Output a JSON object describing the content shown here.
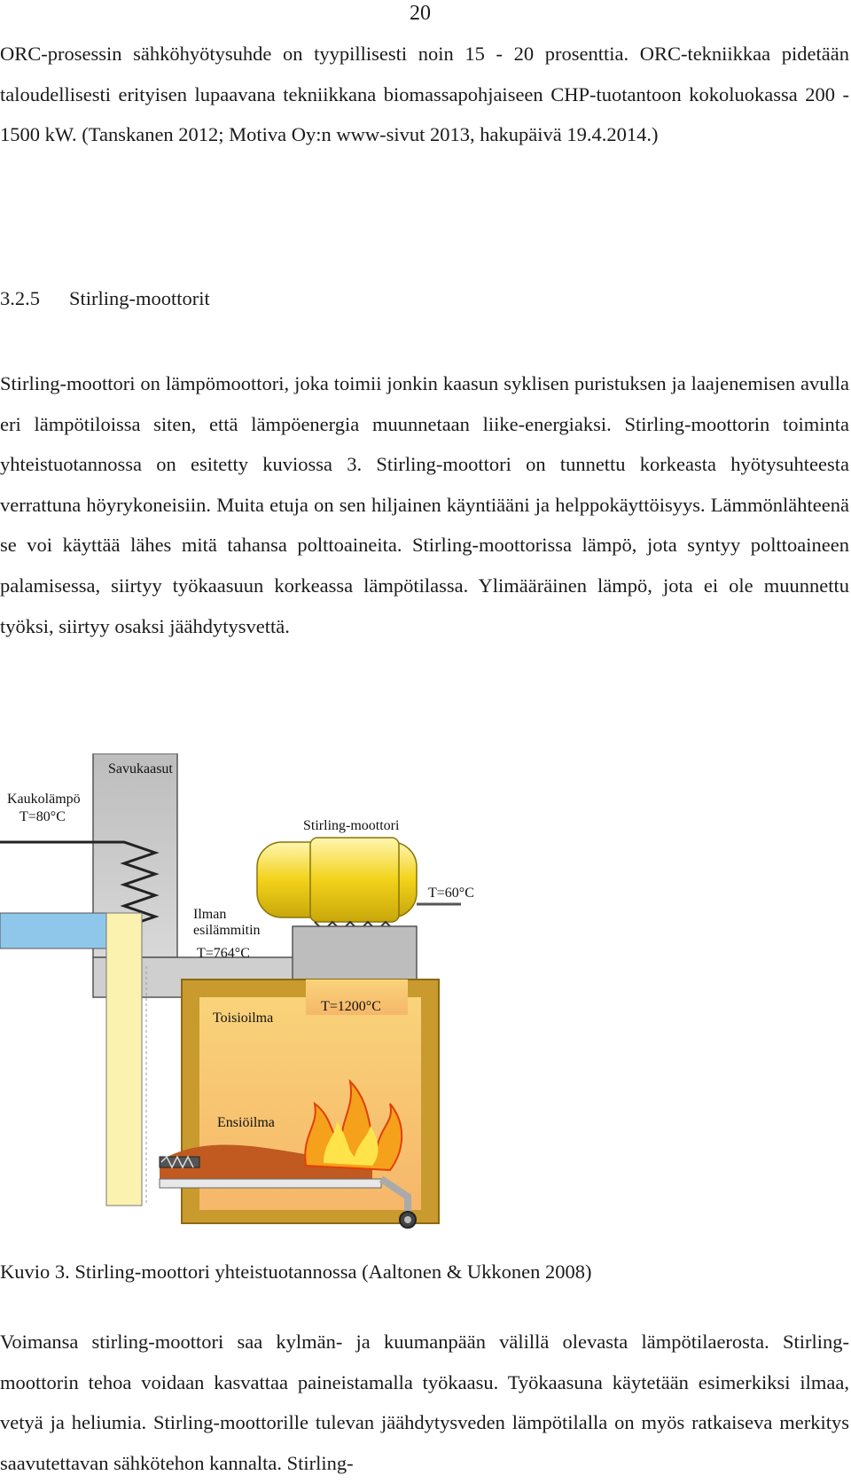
{
  "page": {
    "number": "20"
  },
  "paragraph1": "ORC-prosessin sähköhyötysuhde on tyypillisesti noin 15 - 20 prosenttia. ORC-tekniikkaa pidetään taloudellisesti erityisen lupaavana tekniikkana biomassapohjaiseen CHP-tuotantoon kokoluokassa 200 - 1500 kW. (Tanskanen 2012; Motiva Oy:n www-sivut 2013, hakupäivä 19.4.2014.)",
  "heading": {
    "number": "3.2.5",
    "title": "Stirling-moottorit"
  },
  "paragraph2": "Stirling-moottori on lämpömoottori, joka toimii jonkin kaasun syklisen puristuksen ja laajenemisen avulla eri lämpötiloissa siten, että lämpöenergia muunnetaan liike-energiaksi. Stirling-moottorin toiminta yhteistuotannossa on esitetty kuviossa 3. Stirling-moottori on tunnettu korkeasta hyötysuhteesta verrattuna höyrykoneisiin. Muita etuja on sen hiljainen käyntiääni ja helppokäyttöisyys. Lämmönlähteenä se voi käyttää lähes mitä tahansa polttoaineita. Stirling-moottorissa lämpö, jota syntyy polttoaineen palamisessa, siirtyy työkaasuun korkeassa lämpötilassa. Ylimääräinen lämpö, jota ei ole muunnettu työksi, siirtyy osaksi jäähdytysvettä.",
  "figure": {
    "labels": {
      "savukaasut": "Savukaasut",
      "kaukolampo": "Kaukolämpö",
      "kaukolampo_temp": "T=80°C",
      "stirling": "Stirling-moottori",
      "stirling_temp": "T=60°C",
      "ilman": "Ilman",
      "esilammitin": "esilämmitin",
      "esilammitin_temp": "T=764°C",
      "toisioilma": "Toisioilma",
      "combustion_temp": "T=1200°C",
      "ensioilma": "Ensiöilma"
    },
    "colors": {
      "chimney": "#cfcfcf",
      "engine": "#f2d21a",
      "furnace_inner": "#f7c27a",
      "furnace_wall": "#c99a2e",
      "air_blue": "#8fc7ea",
      "air_yellow": "#fbf2b0",
      "flame": "#f5a11b"
    }
  },
  "caption": "Kuvio 3. Stirling-moottori yhteistuotannossa (Aaltonen & Ukkonen 2008)",
  "paragraph3": "Voimansa stirling-moottori saa kylmän- ja kuumanpään välillä olevasta lämpötilaerosta. Stirling-moottorin tehoa voidaan kasvattaa paineistamalla työkaasu. Työkaasuna käytetään esimerkiksi ilmaa, vetyä ja heliumia. Stirling-moottorille tulevan jäähdytysveden lämpötilalla on myös ratkaiseva merkitys saavutettavan sähkötehon kannalta. Stirling-"
}
